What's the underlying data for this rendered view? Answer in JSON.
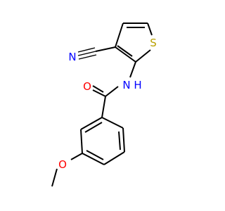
{
  "molecule": {
    "atoms": [
      {
        "id": "N-nitrile",
        "symbol": "N",
        "color": "#0000ff"
      },
      {
        "id": "S-thiophene",
        "symbol": "S",
        "color": "#b8a000"
      },
      {
        "id": "N-amide",
        "symbol": "N",
        "color": "#0000ff"
      },
      {
        "id": "H-amide",
        "symbol": "H",
        "color": "#0000ff"
      },
      {
        "id": "O-carbonyl",
        "symbol": "O",
        "color": "#ff0000"
      },
      {
        "id": "O-methoxy",
        "symbol": "O",
        "color": "#ff0000"
      }
    ],
    "bond_color": "#000000"
  }
}
